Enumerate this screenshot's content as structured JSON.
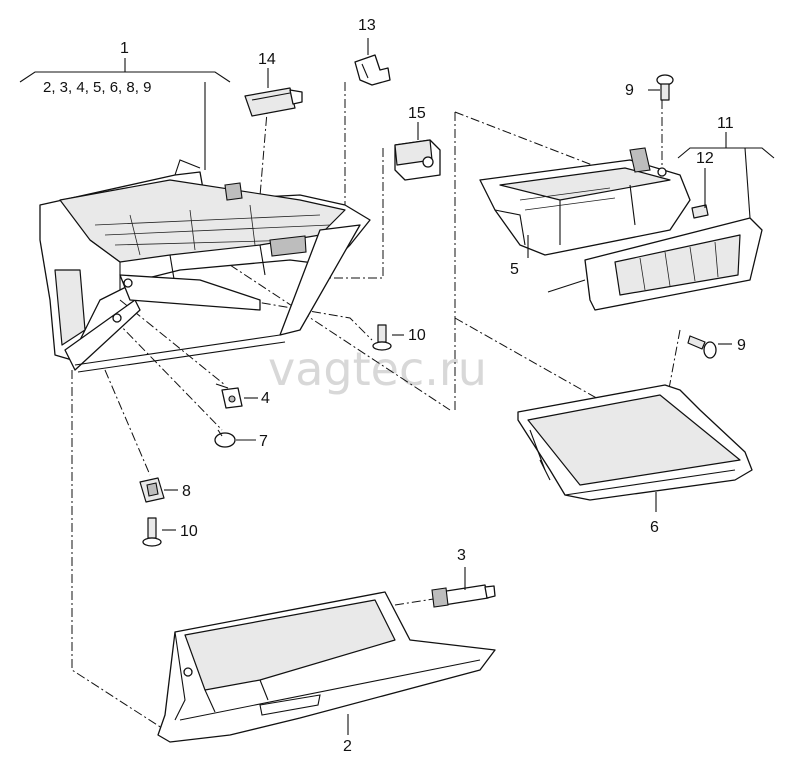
{
  "diagram": {
    "watermark": "vagtec.ru",
    "callouts": {
      "c1": "1",
      "c1_sub": "2, 3, 4, 5, 6, 8, 9",
      "c2": "2",
      "c3": "3",
      "c4": "4",
      "c5": "5",
      "c6": "6",
      "c7": "7",
      "c8": "8",
      "c9a": "9",
      "c9b": "9",
      "c10a": "10",
      "c10b": "10",
      "c11": "11",
      "c12": "12",
      "c13": "13",
      "c14": "14",
      "c15": "15"
    }
  }
}
